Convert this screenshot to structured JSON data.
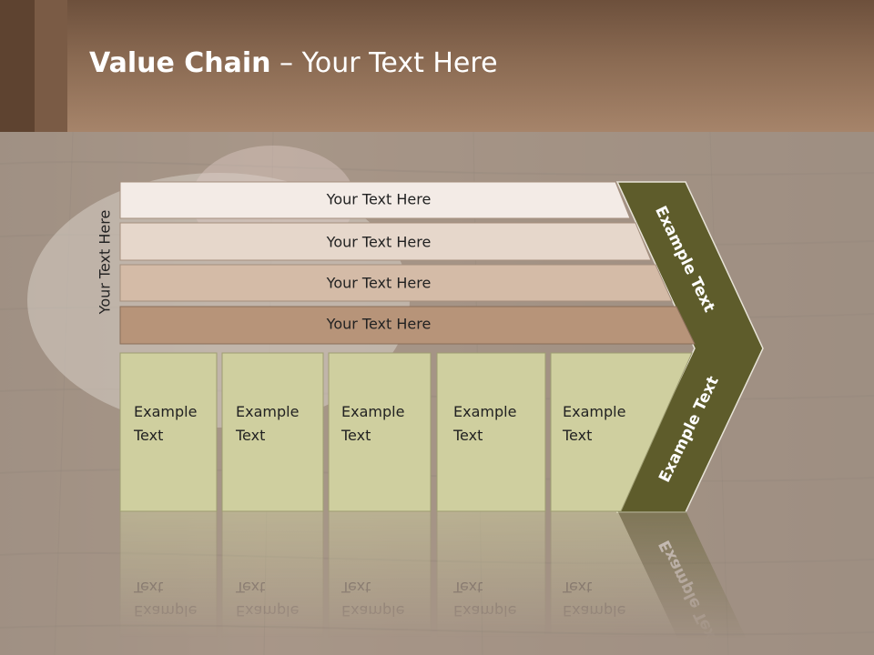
{
  "slide": {
    "title_bold": "Value Chain",
    "title_rest": " – Your Text Here",
    "side_label": "Your Text Here"
  },
  "bars": [
    {
      "label": "Your Text Here",
      "color": "#f3ebe6"
    },
    {
      "label": "Your Text Here",
      "color": "#e6d7cb"
    },
    {
      "label": "Your Text Here",
      "color": "#d4bba7"
    },
    {
      "label": "Your Text Here",
      "color": "#b79479"
    }
  ],
  "boxes": [
    {
      "line1": "Example",
      "line2": "Text"
    },
    {
      "line1": "Example",
      "line2": "Text"
    },
    {
      "line1": "Example",
      "line2": "Text"
    },
    {
      "line1": "Example",
      "line2": "Text"
    },
    {
      "line1": "Example",
      "line2": "Text"
    }
  ],
  "chevron": {
    "upper_label": "Example Text",
    "lower_label": "Example Text",
    "color": "#5e5c2b"
  },
  "colors": {
    "box_fill": "#cfcf9f",
    "box_stroke": "#9e9d72",
    "header_brown": "#8a6a52"
  }
}
